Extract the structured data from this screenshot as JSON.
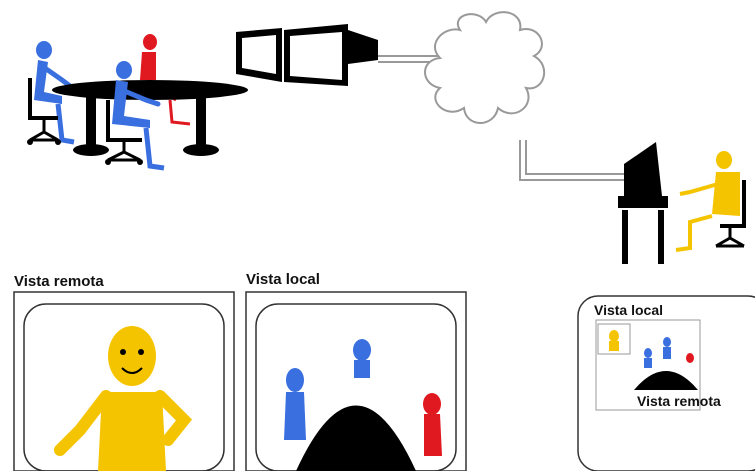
{
  "labels": {
    "remote_view_tv": "Vista remota",
    "local_view_tv": "Vista local",
    "local_view_pc": "Vista local",
    "remote_view_pc": "Vista remota"
  },
  "colors": {
    "blue": "#3a6fe0",
    "red": "#e01820",
    "yellow": "#f5c400",
    "black": "#000000",
    "cloud_outline": "#999999"
  },
  "icons": {
    "cloud": "cloud-icon",
    "monitors": "dual-monitor-icon",
    "computer": "desktop-computer-icon"
  }
}
